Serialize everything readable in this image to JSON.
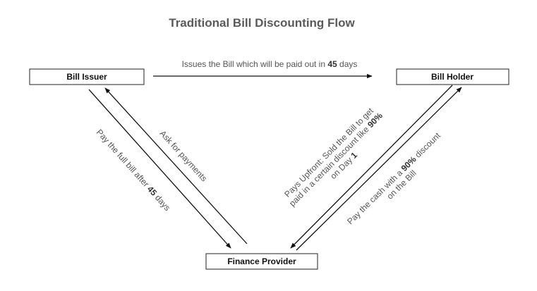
{
  "title": "Traditional Bill Discounting Flow",
  "nodes": {
    "issuer": "Bill Issuer",
    "holder": "Bill Holder",
    "finance": "Finance Provider"
  },
  "edges": {
    "issues": {
      "pre": "Issues the Bill which will be paid out in ",
      "bold": "45",
      "post": " days"
    },
    "ask_payments": "Ask for payments",
    "pay_full": {
      "pre": "Pay the full bill after ",
      "bold": "45",
      "post": " days"
    },
    "pays_upfront": {
      "line1": "Pays Upfront: Sold the Bill to get",
      "line2_pre": "paid in a certain discount like ",
      "line2_bold": "90%",
      "line3_pre": "on Day ",
      "line3_bold": "1"
    },
    "pay_cash": {
      "line1_pre": "Pay the cash with a ",
      "line1_bold": "90%",
      "line1_post": " discount",
      "line2": "on the Bill"
    }
  }
}
